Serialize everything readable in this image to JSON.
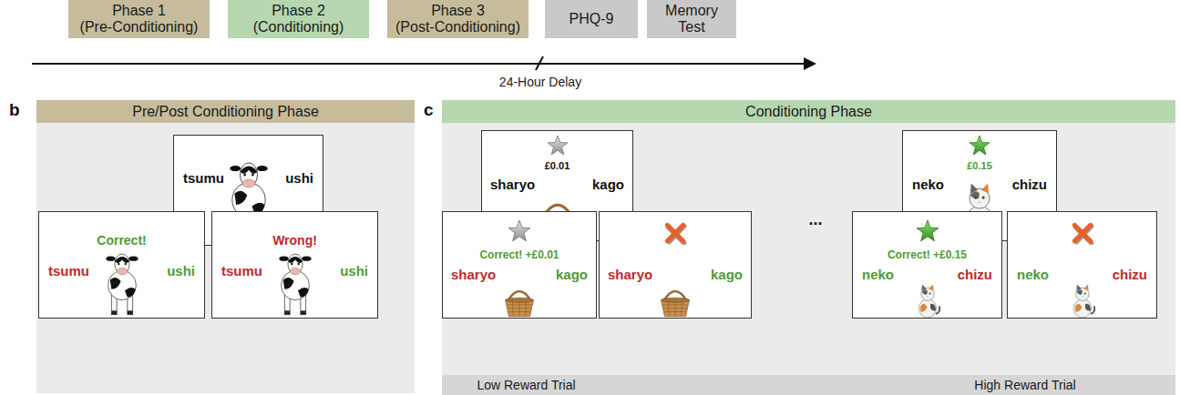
{
  "diagram": {
    "nodes": [
      {
        "text": [
          "Phase 1 (Pre-Conditioning)"
        ]
      },
      {
        "text": [
          "Phase 2 (Conditioning)"
        ]
      },
      {
        "text": [
          "Phase 3 (Post-Conditioning)"
        ]
      },
      {
        "text": [
          "PHQ-9"
        ]
      },
      {
        "text": [
          "Memory Test"
        ]
      },
      {
        "text": [
          "Pre/Post Conditioning Phase"
        ]
      },
      {
        "text": [
          "tsumu",
          "ushi"
        ],
        "in": 5
      },
      {
        "text": [
          "Correct!",
          "tsumu",
          "ushi"
        ],
        "in": 5
      },
      {
        "text": [
          "Wrong!",
          "tsumu",
          "ushi"
        ],
        "in": 5
      },
      {
        "text": [
          "Conditioning Phase"
        ]
      },
      {
        "text": [
          "£0.01",
          "sharyo",
          "kago"
        ],
        "in": 9
      },
      {
        "text": [
          "Correct! +£0.01",
          "sharyo",
          "kago"
        ],
        "in": 9
      },
      {
        "text": [
          "sharyo",
          "kago"
        ],
        "in": 9
      },
      {
        "text": [
          "£0.15",
          "neko",
          "chizu"
        ],
        "in": 9
      },
      {
        "text": [
          "Correct! +£0.15",
          "neko",
          "chizu"
        ],
        "in": 9
      },
      {
        "text": [
          "neko",
          "chizu"
        ],
        "in": 9
      }
    ],
    "labels": [
      "24-Hour Delay",
      "b",
      "c",
      "...",
      "Low Reward Trial",
      "High Reward Trial"
    ]
  }
}
